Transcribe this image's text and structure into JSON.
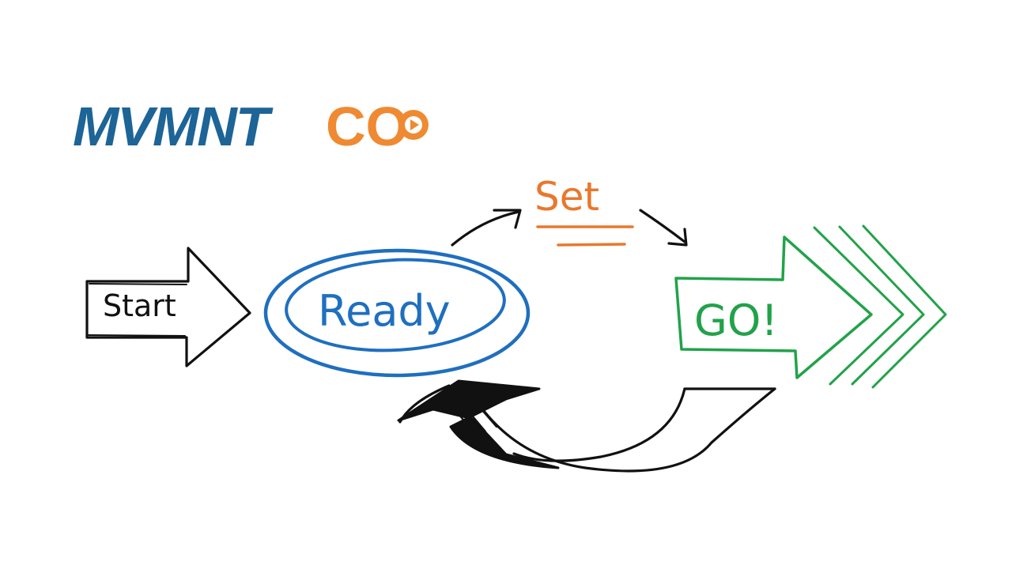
{
  "logo": {
    "brand_left": "MVMNT",
    "brand_right": "CO",
    "icon": "play-icon"
  },
  "colors": {
    "black": "#111111",
    "blue": "#1f6fbf",
    "orange": "#e8782e",
    "green": "#22a24a",
    "logo_blue": "#1d6497",
    "logo_orange": "#ef8a32"
  },
  "nodes": {
    "start": "Start",
    "ready": "Ready",
    "set": "Set",
    "go": "GO!"
  }
}
